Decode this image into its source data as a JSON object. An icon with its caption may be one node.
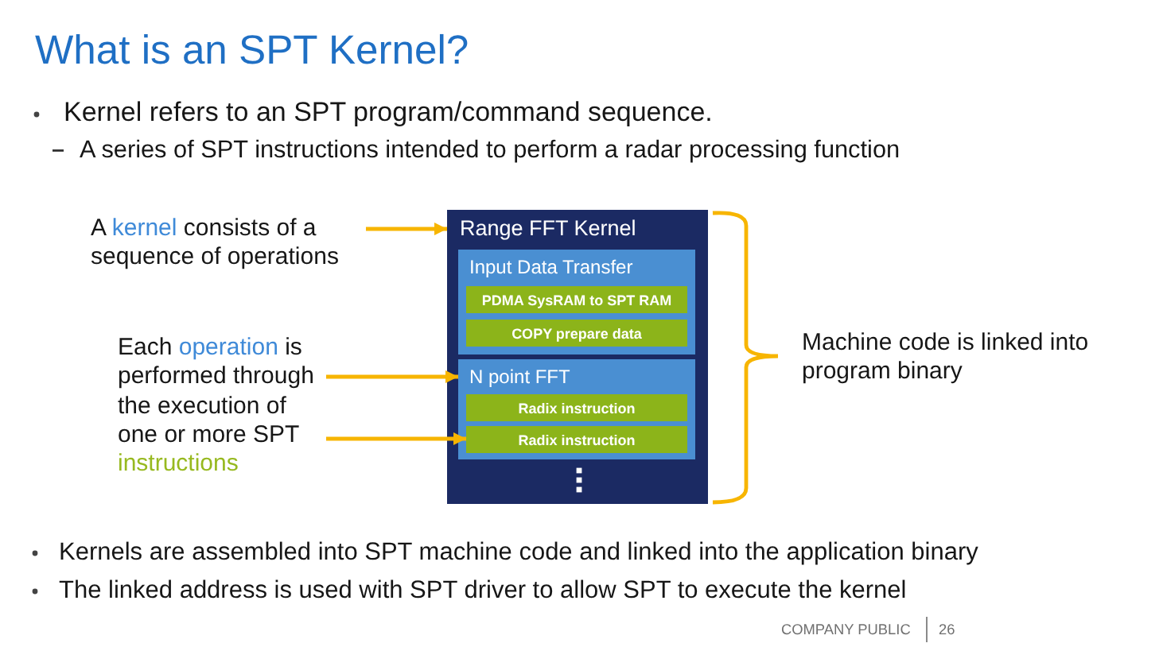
{
  "diagram": {
    "title": "What is an SPT Kernel?",
    "nodes": [
      {
        "text": [
          "A *kernel* consists of a sequence of operations"
        ]
      },
      {
        "text": [
          "Each *operation* is performed through the execution of one or more SPT *instructions*"
        ]
      },
      {
        "text": [
          "Range FFT Kernel"
        ]
      },
      {
        "text": [
          "Input Data Transfer"
        ],
        "in": 2
      },
      {
        "text": [
          "PDMA SysRAM to SPT RAM"
        ],
        "in": 3
      },
      {
        "text": [
          "COPY prepare data"
        ],
        "in": 3
      },
      {
        "text": [
          "N point FFT"
        ],
        "in": 2
      },
      {
        "text": [
          "Radix instruction"
        ],
        "in": 6
      },
      {
        "text": [
          "Radix instruction"
        ],
        "in": 6
      }
    ],
    "edges": [
      {
        "from": 0,
        "to": 2,
        "arrow": "to"
      },
      {
        "from": 1,
        "to": 6,
        "arrow": "to"
      },
      {
        "from": 1,
        "to": 8,
        "arrow": "to"
      }
    ],
    "labels": [
      "Kernel refers to an SPT program/command sequence.",
      "A series of SPT instructions intended to perform a radar processing function",
      "Machine code is linked into program binary",
      "Kernels are assembled into SPT machine code and linked into the application binary",
      "The linked address is used with SPT driver to allow SPT to execute the kernel",
      "COMPANY PUBLIC",
      "26"
    ]
  }
}
